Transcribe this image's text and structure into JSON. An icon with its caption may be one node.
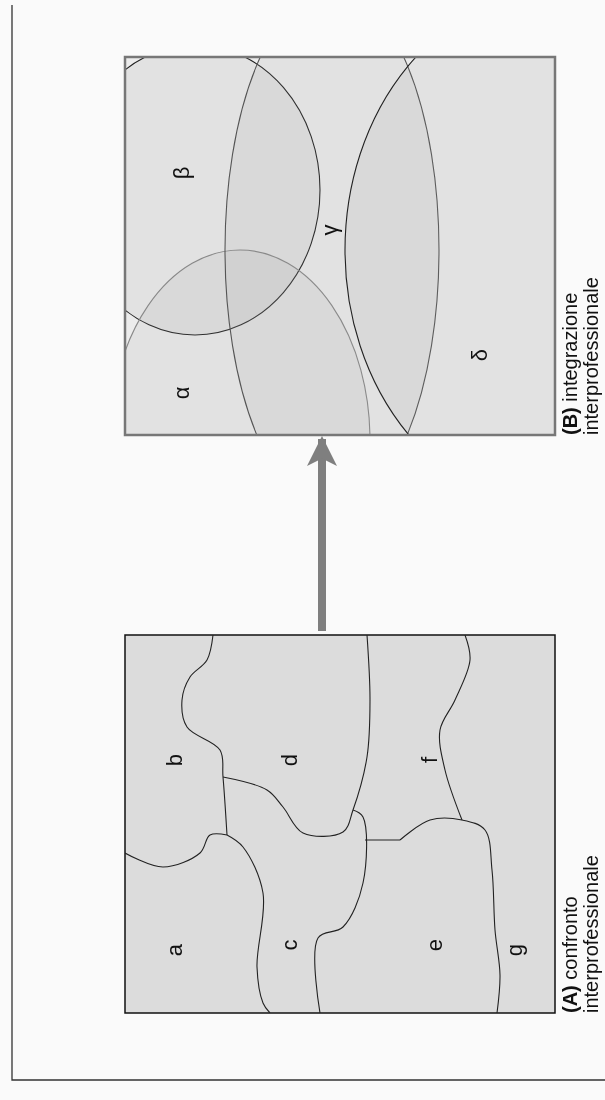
{
  "diagram": {
    "nodes": [
      {
        "text": [
          "**(A)** confronto interprofessionale"
        ]
      },
      {
        "text": [
          "**(B)** integrazione interprofessionale"
        ]
      }
    ],
    "edges": [
      {
        "from": 0,
        "to": 1,
        "arrow": "to",
        "color": "#7f7f7f"
      }
    ],
    "labels": [
      "a",
      "b",
      "c",
      "d",
      "e",
      "f",
      "g",
      "α",
      "β",
      "γ",
      "δ"
    ]
  }
}
